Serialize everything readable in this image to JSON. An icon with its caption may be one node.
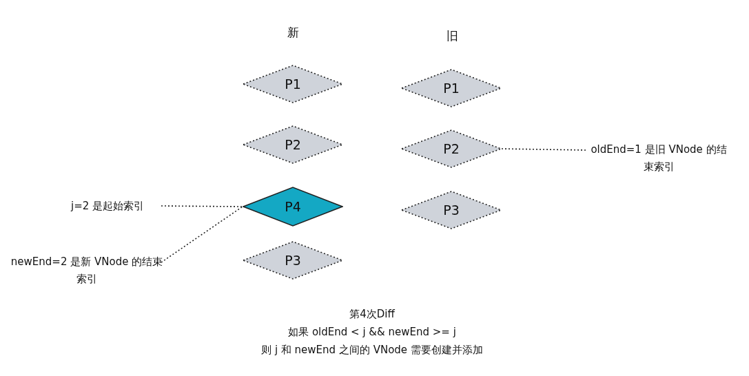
{
  "diagram": {
    "nodes": [
      {
        "text": [
          "P1"
        ]
      },
      {
        "text": [
          "P2"
        ]
      },
      {
        "text": [
          "P4"
        ]
      },
      {
        "text": [
          "P3"
        ]
      },
      {
        "text": [
          "P1"
        ]
      },
      {
        "text": [
          "P2"
        ]
      },
      {
        "text": [
          "P3"
        ]
      },
      {
        "text": [
          "j=2 是起始索引"
        ]
      },
      {
        "text": [
          "newEnd=2 是新 VNode 的结束索引"
        ]
      },
      {
        "text": [
          "oldEnd=1 是旧 VNode 的结束索引"
        ]
      }
    ],
    "edges": [
      {
        "from": 7,
        "to": 2,
        "arrow": "none",
        "style": "dashed"
      },
      {
        "from": 8,
        "to": 2,
        "arrow": "none",
        "style": "dashed"
      },
      {
        "from": 9,
        "to": 5,
        "arrow": "none",
        "style": "dashed"
      }
    ],
    "labels": [
      "新",
      "旧",
      "第4次Diff",
      "如果 oldEnd < j && newEnd >= j",
      "则 j 和 newEnd 之间的 VNode 需要创建并添加"
    ]
  }
}
